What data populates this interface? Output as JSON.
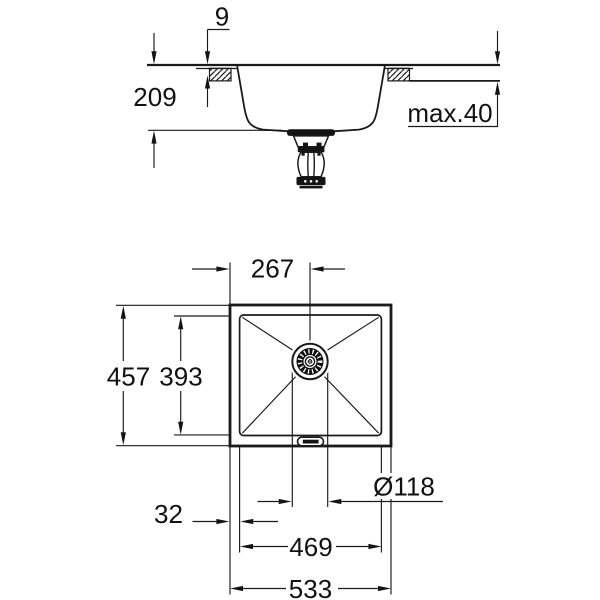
{
  "side_view": {
    "rim_height": "9",
    "bowl_depth": "209",
    "countertop_thickness": "max.40"
  },
  "plan_view": {
    "outer_depth": "457",
    "bowl_inner_depth": "393",
    "drain_center_from_left": "267",
    "rim_width": "32",
    "drain_diameter": "Ø118",
    "bowl_inner_width": "469",
    "outer_width": "533"
  },
  "colors": {
    "line": "#1a1a1a",
    "background": "#ffffff"
  }
}
